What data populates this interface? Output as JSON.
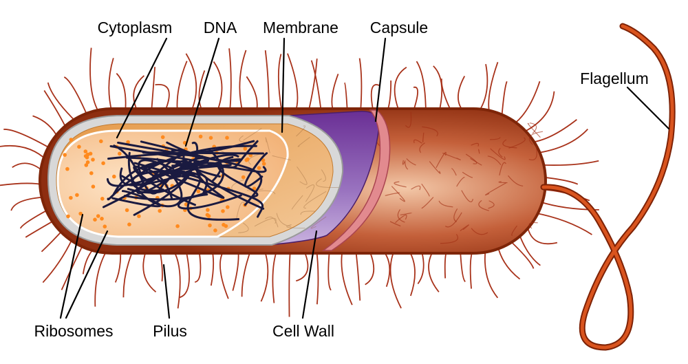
{
  "labels": {
    "cytoplasm": "Cytoplasm",
    "dna": "DNA",
    "membrane": "Membrane",
    "capsule": "Capsule",
    "flagellum": "Flagellum",
    "ribosomes": "Ribosomes",
    "pilus": "Pilus",
    "cell_wall": "Cell Wall"
  },
  "colors": {
    "capsule_outer": "#8b2a0c",
    "capsule_mid": "#b54a22",
    "pili": "#a8321a",
    "flagellum": "#c8461a",
    "cell_wall": "#7a3aa0",
    "cell_wall_light": "#b89ad0",
    "membrane": "#c9c9c9",
    "capsule_band": "#e07a80",
    "cytoplasm": "#f7c99a",
    "ribosome": "#ff8a1e",
    "dna": "#1a1a40"
  }
}
